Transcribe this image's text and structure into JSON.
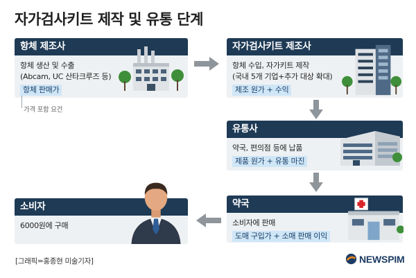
{
  "title": "자가검사키트 제작 및 유통 단계",
  "stages": {
    "antibody": {
      "header": "항체 제조사",
      "lines": [
        "항체 생산 및 수출",
        "(Abcam, UC 산타크루즈 등)"
      ],
      "tag": "항체 판매가",
      "note": "가격 포함 요건"
    },
    "kit": {
      "header": "자가검사키트 제조사",
      "lines": [
        "항체 수입, 자가키트 제작",
        "(국내 5개 기업+추가 대상 확대)"
      ],
      "tag": "제조 원가 + 수익"
    },
    "distributor": {
      "header": "유통사",
      "lines": [
        "약국, 편의점 등에 납품"
      ],
      "tag": "제품 원가 + 유통 마진"
    },
    "pharmacy": {
      "header": "약국",
      "lines": [
        "소비자에 판매"
      ],
      "tag": "도매 구입가 + 소매 판매 이익"
    },
    "consumer": {
      "header": "소비자",
      "lines": [
        "6000원에 구매"
      ]
    }
  },
  "credit": "[그래픽=홍종현 미술기자]",
  "logo": {
    "text": "NEWSPIM"
  },
  "colors": {
    "header_bg": "#1e3a55",
    "card_bg": "#eef1f3",
    "tag_bg": "#cfe6f7",
    "arrow": "#8e959b"
  }
}
